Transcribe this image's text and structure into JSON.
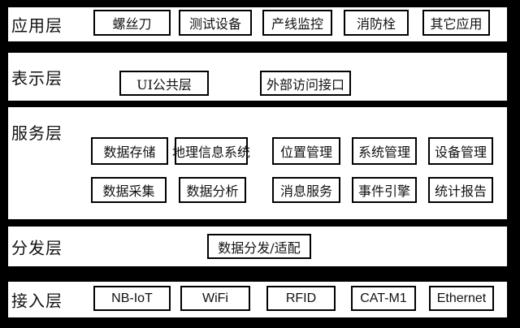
{
  "colors": {
    "background": "#000000",
    "band_fill": "#ffffff",
    "border": "#000000",
    "text": "#111111"
  },
  "layers": [
    {
      "name": "应用层",
      "boxes": [
        {
          "label": "螺丝刀"
        },
        {
          "label": "测试设备"
        },
        {
          "label": "产线监控"
        },
        {
          "label": "消防栓"
        },
        {
          "label": "其它应用"
        }
      ]
    },
    {
      "name": "表示层",
      "boxes": [
        {
          "label": "UI公共层"
        },
        {
          "label": "外部访问接口"
        }
      ]
    },
    {
      "name": "服务层",
      "boxes": [
        {
          "label": "数据存储"
        },
        {
          "label": "地理信息系统"
        },
        {
          "label": "位置管理"
        },
        {
          "label": "系统管理"
        },
        {
          "label": "设备管理"
        },
        {
          "label": "数据采集"
        },
        {
          "label": "数据分析"
        },
        {
          "label": "消息服务"
        },
        {
          "label": "事件引擎"
        },
        {
          "label": "统计报告"
        }
      ]
    },
    {
      "name": "分发层",
      "boxes": [
        {
          "label": "数据分发/适配"
        }
      ]
    },
    {
      "name": "接入层",
      "boxes": [
        {
          "label": "NB-IoT"
        },
        {
          "label": "WiFi"
        },
        {
          "label": "RFID"
        },
        {
          "label": "CAT-M1"
        },
        {
          "label": "Ethernet"
        }
      ]
    }
  ]
}
